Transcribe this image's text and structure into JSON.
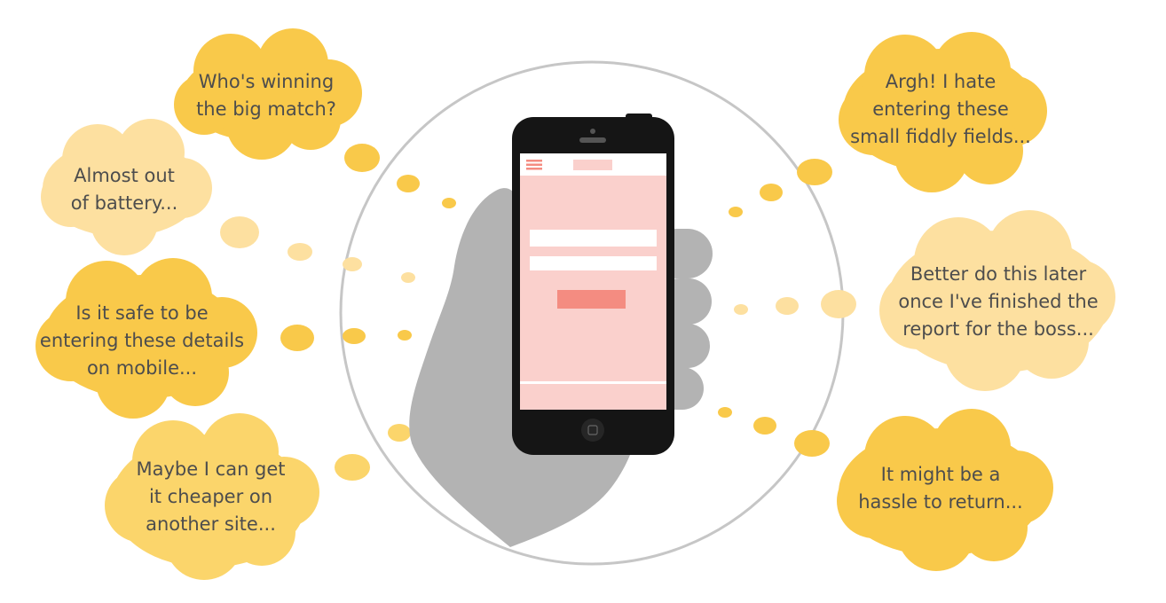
{
  "colors": {
    "bubble_dark": "#f9c94a",
    "bubble_mid": "#fbd56b",
    "bubble_light": "#fde0a0",
    "text": "#4d4d4d",
    "circle_outline": "#c6c6c6",
    "hand": "#b3b3b3",
    "phone_body": "#151515",
    "phone_screen": "#fad0cc",
    "phone_accent": "#f48c81",
    "field": "#ffffff"
  },
  "bubbles": [
    {
      "id": "big-match",
      "lines": [
        "Who's winning",
        "the big match?"
      ]
    },
    {
      "id": "battery",
      "lines": [
        "Almost out",
        "of battery..."
      ]
    },
    {
      "id": "safe",
      "lines": [
        "Is it safe to be",
        "entering these details",
        "on mobile..."
      ]
    },
    {
      "id": "cheaper",
      "lines": [
        "Maybe I can get",
        "it cheaper on",
        "another site..."
      ]
    },
    {
      "id": "fields",
      "lines": [
        "Argh! I hate",
        "entering these",
        "small fiddly fields..."
      ]
    },
    {
      "id": "later",
      "lines": [
        "Better do this later",
        "once I've finished the",
        "report for the boss..."
      ]
    },
    {
      "id": "return",
      "lines": [
        "It might be a",
        "hassle to return..."
      ]
    }
  ],
  "icons": {
    "menu": "hamburger-menu-icon",
    "home": "home-button-icon"
  }
}
